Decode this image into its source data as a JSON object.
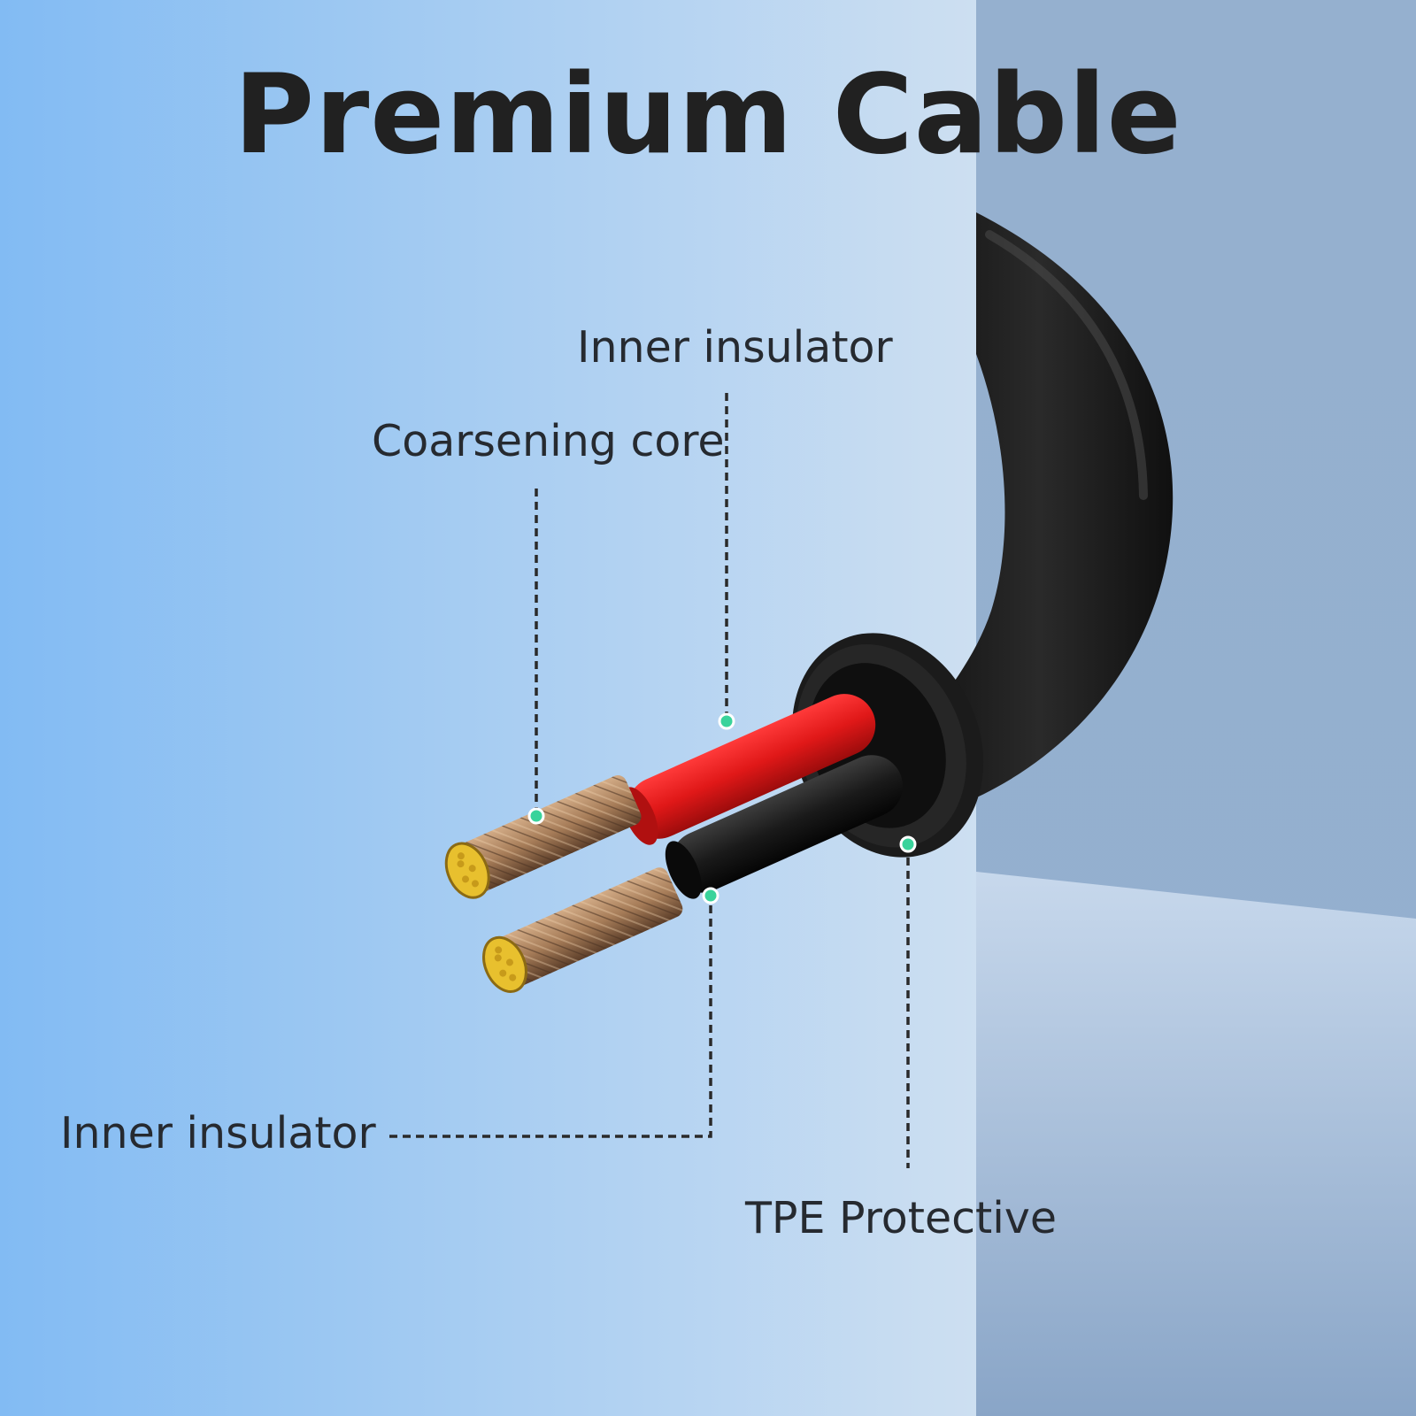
{
  "title": "Premium Cable",
  "labels": {
    "inner_insulator_top": "Inner insulator",
    "coarsening_core": "Coarsening core",
    "inner_insulator_bottom": "Inner insulator",
    "tpe_protective": "TPE Protective"
  },
  "colors": {
    "background_left": "#82bbf3",
    "background_right": "#94afcf",
    "jacket": "#151515",
    "red_insulator": "#e01818",
    "copper": "#a67c58",
    "core_ends": "#e8c02e",
    "marker_dot": "#39d39b",
    "label_text": "#262a30"
  }
}
